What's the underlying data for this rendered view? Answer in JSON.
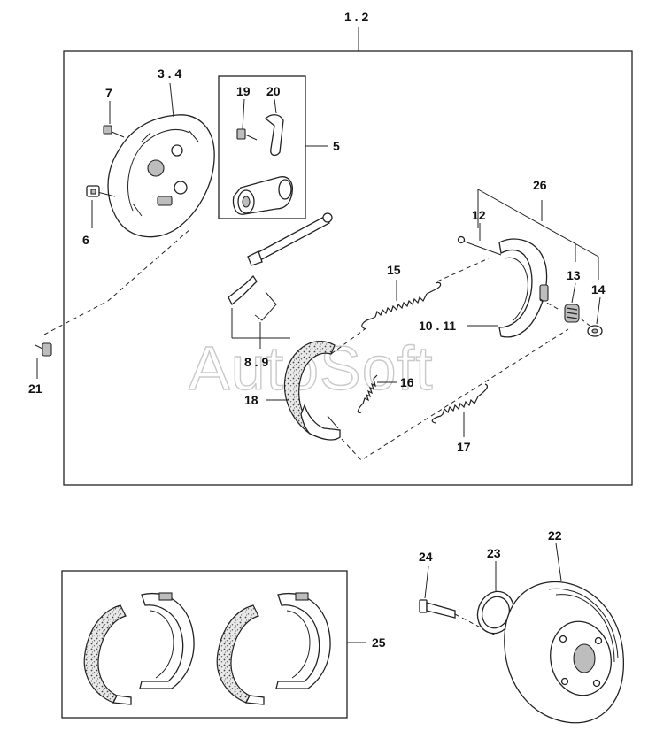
{
  "diagram": {
    "watermark": "AutoSoft",
    "labels": {
      "l_1_2": "1 . 2",
      "l_3_4": "3 . 4",
      "l_7": "7",
      "l_6": "6",
      "l_19": "19",
      "l_20": "20",
      "l_5": "5",
      "l_26": "26",
      "l_12": "12",
      "l_15": "15",
      "l_13": "13",
      "l_14": "14",
      "l_10_11": "10 . 11",
      "l_8_9": "8 . 9",
      "l_16": "16",
      "l_18": "18",
      "l_17": "17",
      "l_21": "21",
      "l_22": "22",
      "l_23": "23",
      "l_24": "24",
      "l_25": "25"
    }
  }
}
